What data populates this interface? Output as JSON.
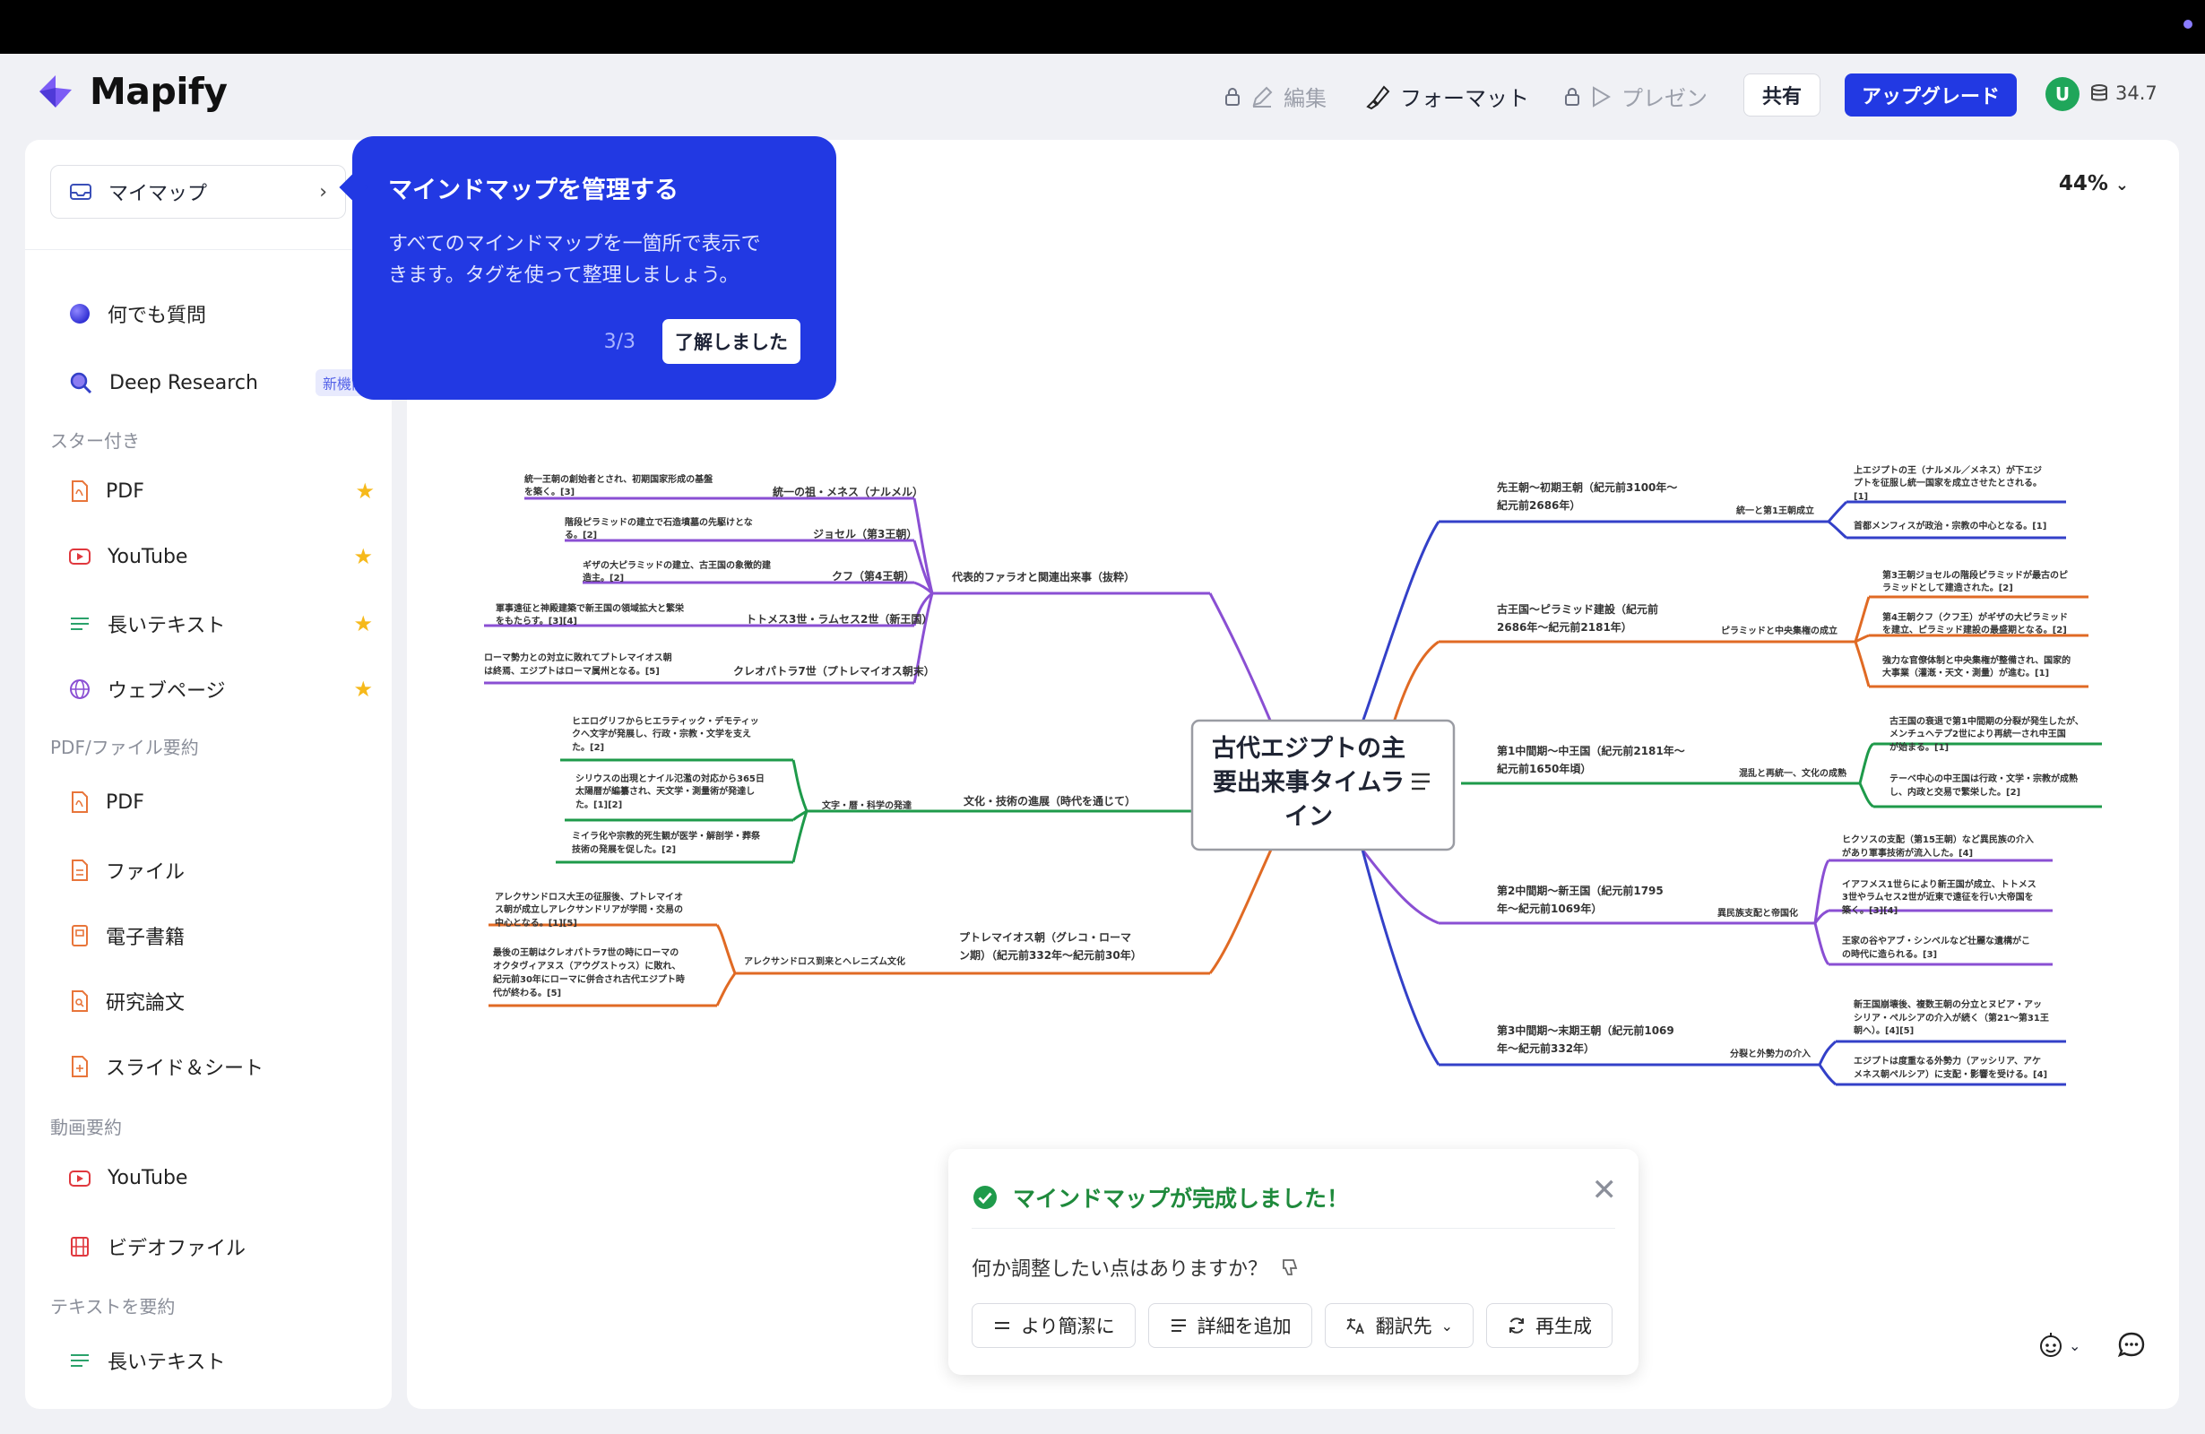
{
  "app": {
    "name": "Mapify"
  },
  "header": {
    "edit_label": "編集",
    "format_label": "フォーマット",
    "present_label": "プレゼン",
    "share_label": "共有",
    "upgrade_label": "アップグレード",
    "avatar_initial": "U",
    "credits": "34.7"
  },
  "sidebar": {
    "mymap_label": "マイマップ",
    "ask_label": "何でも質問",
    "research_label": "Deep Research",
    "research_badge": "新機能",
    "starred_section": "スター付き",
    "starred": [
      {
        "label": "PDF"
      },
      {
        "label": "YouTube"
      },
      {
        "label": "長いテキスト"
      },
      {
        "label": "ウェブページ"
      }
    ],
    "pdf_section": "PDF/ファイル要約",
    "pdf_items": [
      {
        "label": "PDF"
      },
      {
        "label": "ファイル"
      },
      {
        "label": "電子書籍"
      },
      {
        "label": "研究論文"
      },
      {
        "label": "スライド＆シート"
      }
    ],
    "video_section": "動画要約",
    "video_items": [
      {
        "label": "YouTube"
      },
      {
        "label": "ビデオファイル"
      }
    ],
    "text_section": "テキストを要約",
    "text_items": [
      {
        "label": "長いテキスト"
      }
    ]
  },
  "tooltip": {
    "title": "マインドマップを管理する",
    "body_line1": "すべてのマインドマップを一箇所で表示で",
    "body_line2": "きます。タグを使って整理しましょう。",
    "step": "3/3",
    "ok_label": "了解しました"
  },
  "canvas": {
    "zoom": "44%"
  },
  "mindmap": {
    "center_line1": "古代エジプトの主",
    "center_line2": "要出来事タイムラ",
    "center_line3": "イン",
    "left_branches": [
      {
        "title": "代表的ファラオと関連出来事（抜粋）",
        "subs": [
          {
            "label": "統一の祖・メネス（ナルメル）",
            "leaf1": "統一王朝の創始者とされ、初期国家形成の基盤",
            "leaf2": "を築く。[3]"
          },
          {
            "label": "ジョセル（第3王朝）",
            "leaf1": "階段ピラミッドの建立で石造墳墓の先駆けとな",
            "leaf2": "る。[2]"
          },
          {
            "label": "クフ（第4王朝）",
            "leaf1": "ギザの大ピラミッドの建立、古王国の象徴的建",
            "leaf2": "造主。[2]"
          },
          {
            "label": "トトメス3世・ラムセス2世（新王国）",
            "leaf1": "軍事遠征と神殿建築で新王国の領域拡大と繁栄",
            "leaf2": "をもたらす。[3][4]"
          },
          {
            "label": "クレオパトラ7世（プトレマイオス朝末）",
            "leaf1": "ローマ勢力との対立に敗れてプトレマイオス朝",
            "leaf2": "は終焉、エジプトはローマ属州となる。[5]"
          }
        ]
      },
      {
        "title": "文化・技術の進展（時代を通じて）",
        "sub": "文字・暦・科学の発達",
        "leaves": [
          {
            "l1": "ヒエログリフからヒエラティック・デモティッ",
            "l2": "クへ文字が発展し、行政・宗教・文学を支え",
            "l3": "た。[2]"
          },
          {
            "l1": "シリウスの出現とナイル氾濫の対応から365日",
            "l2": "太陽暦が編纂され、天文学・測量術が発達し",
            "l3": "た。[1][2]"
          },
          {
            "l1": "ミイラ化や宗教的死生観が医学・解剖学・葬祭",
            "l2": "技術の発展を促した。[2]",
            "l3": ""
          }
        ]
      },
      {
        "title1": "プトレマイオス朝（グレコ・ローマ",
        "title2": "ン期）（紀元前332年～紀元前30年）",
        "sub": "アレクサンドロス到来とヘレニズム文化",
        "leaves": [
          {
            "l1": "アレクサンドロス大王の征服後、プトレマイオ",
            "l2": "ス朝が成立しアレクサンドリアが学問・交易の",
            "l3": "中心となる。[1][5]",
            "l4": ""
          },
          {
            "l1": "最後の王朝はクレオパトラ7世の時にローマの",
            "l2": "オクタヴィアヌス（アウグストゥス）に敗れ、",
            "l3": "紀元前30年にローマに併合され古代エジプト時",
            "l4": "代が終わる。[5]"
          }
        ]
      }
    ],
    "right_branches": [
      {
        "t1": "先王朝～初期王朝（紀元前3100年～",
        "t2": "紀元前2686年）",
        "sub": "統一と第1王朝成立",
        "leaves": [
          {
            "l1": "上エジプトの王（ナルメル／メネス）が下エジ",
            "l2": "プトを征服し統一国家を成立させたとされる。",
            "l3": "[1]"
          },
          {
            "l1": "首都メンフィスが政治・宗教の中心となる。[1]",
            "l2": "",
            "l3": ""
          }
        ]
      },
      {
        "t1": "古王国～ピラミッド建設（紀元前",
        "t2": "2686年～紀元前2181年）",
        "sub": "ピラミッドと中央集権の成立",
        "leaves": [
          {
            "l1": "第3王朝ジョセルの階段ピラミッドが最古のピ",
            "l2": "ラミッドとして建造された。[2]",
            "l3": ""
          },
          {
            "l1": "第4王朝クフ（クフ王）がギザの大ピラミッド",
            "l2": "を建立、ピラミッド建設の最盛期となる。[2]",
            "l3": ""
          },
          {
            "l1": "強力な官僚体制と中央集権が整備され、国家的",
            "l2": "大事業（灌漑・天文・測量）が進む。[1]",
            "l3": ""
          }
        ]
      },
      {
        "t1": "第1中間期～中王国（紀元前2181年～",
        "t2": "紀元前1650年頃）",
        "sub": "混乱と再統一、文化の成熟",
        "leaves": [
          {
            "l1": "古王国の衰退で第1中間期の分裂が発生したが、",
            "l2": "メンチュヘテプ2世により再統一され中王国",
            "l3": "が始まる。[1]"
          },
          {
            "l1": "テーベ中心の中王国は行政・文学・宗教が成熟",
            "l2": "し、内政と交易で繁栄した。[2]",
            "l3": ""
          }
        ]
      },
      {
        "t1": "第2中間期～新王国（紀元前1795",
        "t2": "年～紀元前1069年）",
        "sub": "異民族支配と帝国化",
        "leaves": [
          {
            "l1": "ヒクソスの支配（第15王朝）など異民族の介入",
            "l2": "があり軍事技術が流入した。[4]",
            "l3": ""
          },
          {
            "l1": "イアフメス1世らにより新王国が成立、トトメス",
            "l2": "3世やラムセス2世が近東で遠征を行い大帝国を",
            "l3": "築く。[3][4]"
          },
          {
            "l1": "王家の谷やアブ・シンベルなど壮麗な遺構がこ",
            "l2": "の時代に造られる。[3]",
            "l3": ""
          }
        ]
      },
      {
        "t1": "第3中間期～末期王朝（紀元前1069",
        "t2": "年～紀元前332年）",
        "sub": "分裂と外勢力の介入",
        "leaves": [
          {
            "l1": "新王国崩壊後、複数王朝の分立とヌビア・アッ",
            "l2": "シリア・ペルシアの介入が続く（第21～第31王",
            "l3": "朝へ）。[4][5]"
          },
          {
            "l1": "エジプトは度重なる外勢力（アッシリア、アケ",
            "l2": "メネス朝ペルシア）に支配・影響を受ける。[4]",
            "l3": ""
          }
        ]
      }
    ]
  },
  "toast": {
    "title": "マインドマップが完成しました！",
    "question": "何か調整したい点はありますか？",
    "btn_concise": "より簡潔に",
    "btn_detail": "詳細を追加",
    "btn_translate": "翻訳先",
    "btn_regen": "再生成"
  },
  "colors": {
    "accent": "#2239e3",
    "purple": "#8a4fd3",
    "orange": "#e06a24",
    "green": "#1e9a4a",
    "blue": "#3340c8"
  }
}
